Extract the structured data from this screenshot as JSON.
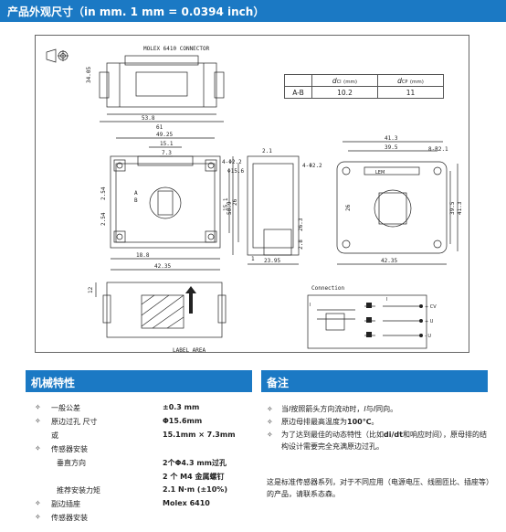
{
  "header": {
    "title": "产品外观尺寸（in mm. 1 mm = 0.0394 inch）"
  },
  "drawing": {
    "connector_label": "MOLEX 6410 CONNECTOR",
    "label_area": "LABEL AREA",
    "connection_title": "Connection",
    "brand_mark": "LEM",
    "table": {
      "col1_symbol": "d",
      "col1_sub": "CI",
      "col1_unit": "(mm)",
      "col2_symbol": "d",
      "col2_sub": "CP",
      "col2_unit": "(mm)",
      "row_label": "A-B",
      "row_v1": "10.2",
      "row_v2": "11"
    },
    "dims": {
      "d_34_05": "34.05",
      "d_53_8": "53.8",
      "d_61": "61",
      "d_49_25": "49.25",
      "d_15_1": "15.1",
      "d_7_3": "7.3",
      "d_4_phi22": "4-Φ2.2",
      "d_phi156": "Φ15.6",
      "d_2_54a": "2.54",
      "d_2_54b": "2.54",
      "d_15_1v": "15.1",
      "d_26": "26",
      "d_18_8": "18.8",
      "d_42_35": "42.35",
      "d_2_1": "2.1",
      "d_4_phi22b": "4-Φ2.2",
      "d_50_9": "50.9",
      "d_26_3": "26.3",
      "d_2_8": "2.8",
      "d_1": "1",
      "d_23_95": "23.95",
      "d_41_3": "41.3",
      "d_39_5": "39.5",
      "d_8_R21": "8-R2.1",
      "d_39_5v": "39.5",
      "d_41_3v": "41.3",
      "d_26v": "26",
      "d_42_35b": "42.35",
      "d_12": "12",
      "d_A": "A",
      "d_B": "B"
    },
    "connection_pins": {
      "p1": "+ CV",
      "p2": "+ U",
      "p3": "- U",
      "left": "I",
      "top": "I"
    }
  },
  "sections": {
    "left_title": "机械特性",
    "right_title": "备注"
  },
  "specs": [
    {
      "bullet": "✧",
      "label": "一般公差",
      "value": "±0.3 mm",
      "indent": false
    },
    {
      "bullet": "✧",
      "label": "原边过孔 尺寸",
      "value": "Φ15.6mm",
      "indent": false
    },
    {
      "bullet": "",
      "label": "或",
      "value": "15.1mm × 7.3mm",
      "indent": false
    },
    {
      "bullet": "✧",
      "label": "传感器安装",
      "value": "",
      "indent": false
    },
    {
      "bullet": "",
      "label": "垂直方向",
      "value": "2个Φ4.3 mm过孔",
      "indent": true
    },
    {
      "bullet": "",
      "label": "",
      "value": "2 个 M4 金属螺钉",
      "indent": true
    },
    {
      "bullet": "",
      "label": "推荐安装力矩",
      "value": "2.1 N·m (±10%)",
      "indent": true
    },
    {
      "bullet": "✧",
      "label": "副边插座",
      "value": "Molex 6410",
      "indent": false
    },
    {
      "bullet": "✧",
      "label": "传感器安装",
      "value": "",
      "indent": false
    }
  ],
  "notes": {
    "items": [
      {
        "bullet": "✧",
        "pre": "当",
        "i1": "I",
        "mid": "按照箭头方向流动时，",
        "i2": "I",
        "post": "与",
        "i3": "I",
        "end": "同向。"
      },
      {
        "bullet": "✧",
        "text": "原边母排最高温度为",
        "bold": "100℃",
        "tail": "。"
      },
      {
        "bullet": "✧",
        "text": "为了达到最佳的动态特性（比如",
        "bold": "di/dt",
        "tail": "和响应时间），原母排的结构设计需要完全充满原边过孔。"
      }
    ],
    "paragraph": "这是标准传感器系列，对于不同应用（电源电压、线圈匝比、插座等）的产品，请联系态森。"
  },
  "colors": {
    "brand_blue": "#1b79c4"
  }
}
